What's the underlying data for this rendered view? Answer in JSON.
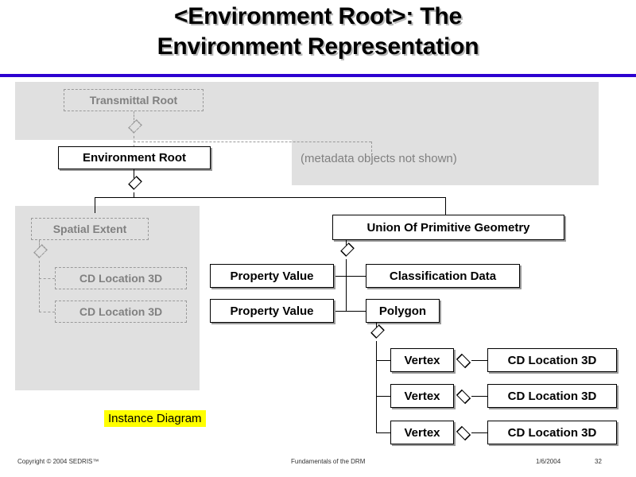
{
  "slide": {
    "title_line1": "<Environment Root>: The",
    "title_line2": "Environment Representation",
    "rule_color": "#2d00d0"
  },
  "diagram": {
    "metadata_note": "(metadata objects not shown)",
    "instance_label": "Instance Diagram",
    "nodes": {
      "transmittal_root": "Transmittal Root",
      "environment_root": "Environment Root",
      "spatial_extent": "Spatial Extent",
      "cd_location_3d_a": "CD Location 3D",
      "cd_location_3d_b": "CD Location 3D",
      "union_of_primitive_geometry": "Union Of Primitive Geometry",
      "property_value_1": "Property Value",
      "property_value_2": "Property Value",
      "classification_data": "Classification Data",
      "polygon": "Polygon",
      "vertex_1": "Vertex",
      "vertex_2": "Vertex",
      "vertex_3": "Vertex",
      "vertex_cd_1": "CD Location 3D",
      "vertex_cd_2": "CD Location 3D",
      "vertex_cd_3": "CD Location 3D"
    },
    "colors": {
      "dim_text": "#808080",
      "panel_fill": "#e0e0e0",
      "highlight": "#ffff00",
      "node_border": "#000000"
    }
  },
  "footer": {
    "copyright": "Copyright © 2004 SEDRIS™",
    "course": "Fundamentals of the DRM",
    "date": "1/6/2004",
    "page": "32"
  }
}
